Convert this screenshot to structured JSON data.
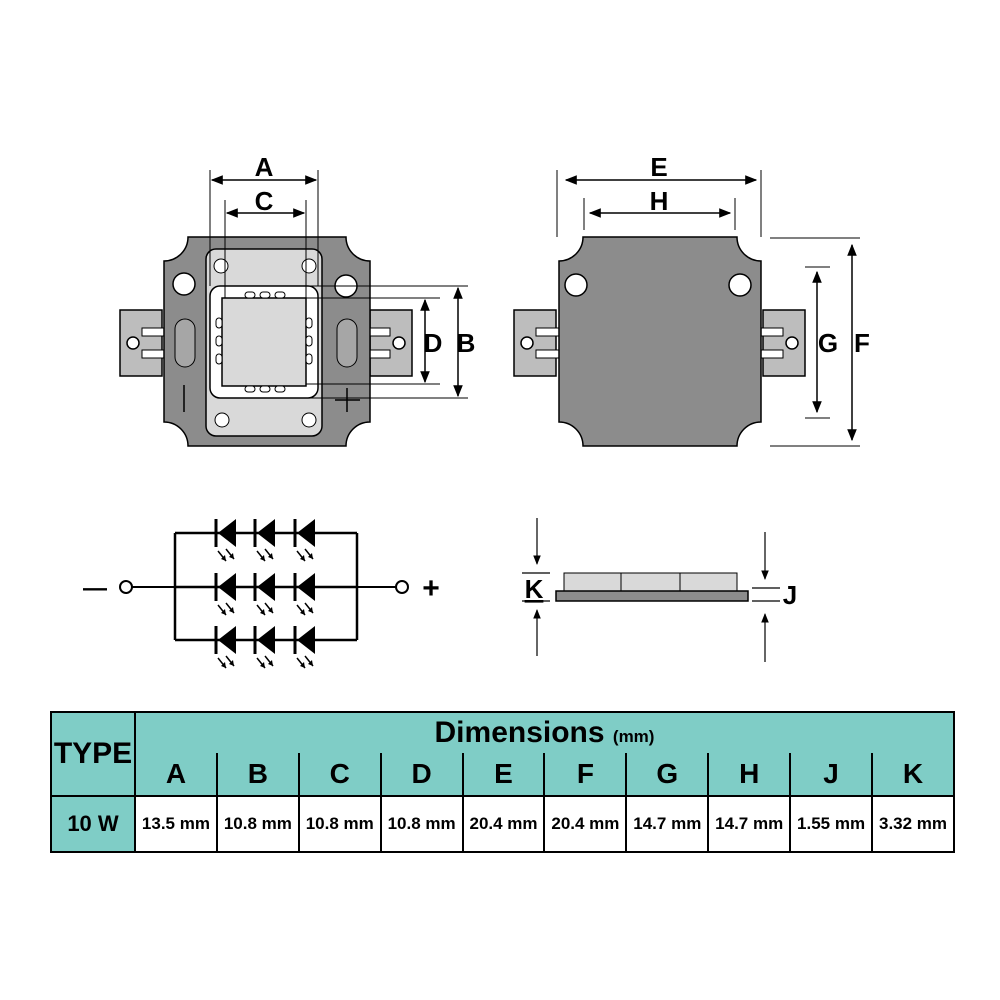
{
  "top_view": {
    "labels": {
      "a": "A",
      "b": "B",
      "c": "C",
      "d": "D"
    }
  },
  "bottom_view": {
    "labels": {
      "e": "E",
      "f": "F",
      "g": "G",
      "h": "H"
    }
  },
  "schematic": {
    "negative": "—",
    "positive": "+"
  },
  "side_view": {
    "labels": {
      "k": "K",
      "j": "J"
    }
  },
  "colors": {
    "plate": "#8c8c8c",
    "light": "#d9d9d9",
    "teal": "#7fcdc6",
    "black": "#000000"
  },
  "table": {
    "type_header": "TYPE",
    "dimensions_title": "Dimensions",
    "dimensions_unit": "(mm)",
    "columns": [
      "A",
      "B",
      "C",
      "D",
      "E",
      "F",
      "G",
      "H",
      "J",
      "K"
    ],
    "rows": [
      {
        "type": "10 W",
        "values": [
          "13.5 mm",
          "10.8 mm",
          "10.8 mm",
          "10.8 mm",
          "20.4 mm",
          "20.4 mm",
          "14.7 mm",
          "14.7 mm",
          "1.55 mm",
          "3.32 mm"
        ]
      }
    ]
  }
}
